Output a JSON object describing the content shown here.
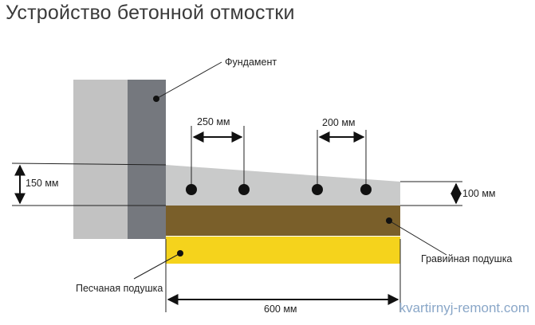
{
  "title": "Устройство бетонной отмостки",
  "labels": {
    "foundation": "Фундамент",
    "gravel_cushion": "Гравийная подушка",
    "sand_cushion": "Песчаная подушка"
  },
  "dimensions": {
    "rebar_spacing_left": "250 мм",
    "rebar_spacing_right": "200 мм",
    "thickness_at_wall": "150 мм",
    "thickness_at_edge": "100 мм",
    "total_width": "600 мм"
  },
  "watermark": "kvartirnyj-remont.com",
  "colors": {
    "wall_light": "#c2c2c2",
    "wall_dark": "#75787e",
    "concrete": "#c9caca",
    "gravel": "#7a5f2a",
    "sand": "#f5d31c",
    "rebar": "#111111",
    "watermark": "#8aa7c8"
  }
}
